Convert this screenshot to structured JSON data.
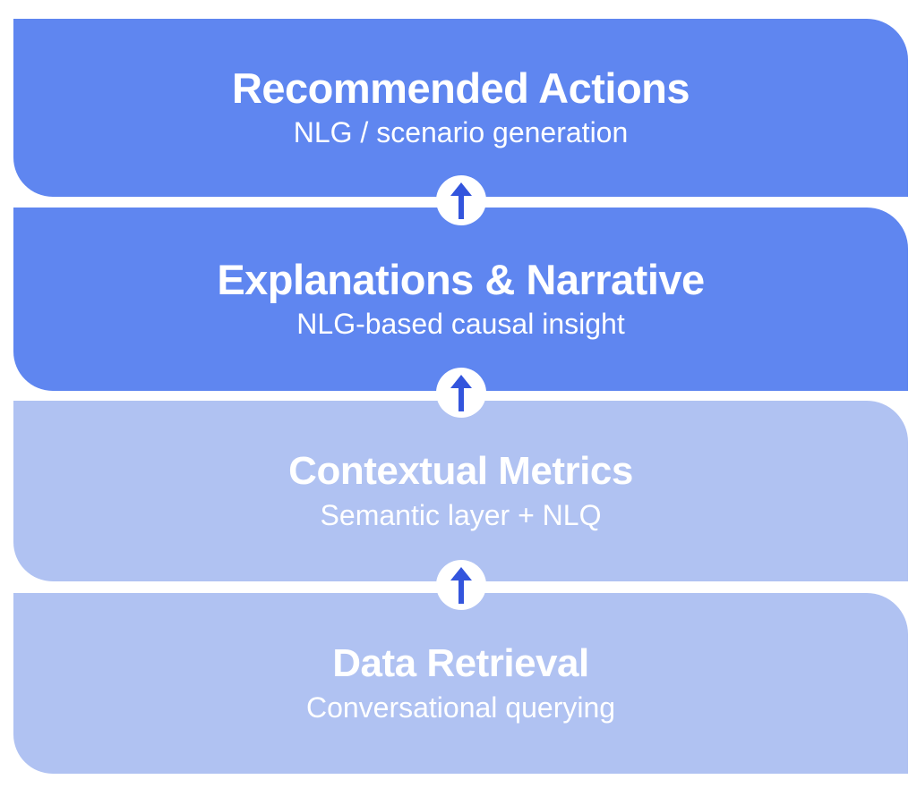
{
  "diagram": {
    "type": "stacked-layer-pyramid",
    "colors": {
      "band_dark": "#5f86f0",
      "band_light": "#b0c2f2",
      "arrow": "#3355dd",
      "text": "#ffffff",
      "background": "#ffffff"
    },
    "layers": [
      {
        "title": "Recommended Actions",
        "subtitle": "NLG / scenario generation",
        "shade": "dark"
      },
      {
        "title": "Explanations & Narrative",
        "subtitle": "NLG-based causal insight",
        "shade": "dark"
      },
      {
        "title": "Contextual Metrics",
        "subtitle": "Semantic layer + NLQ",
        "shade": "light"
      },
      {
        "title": "Data Retrieval",
        "subtitle": "Conversational querying",
        "shade": "light"
      }
    ],
    "connectors": [
      {
        "icon": "arrow-up-icon",
        "direction": "up"
      },
      {
        "icon": "arrow-up-icon",
        "direction": "up"
      },
      {
        "icon": "arrow-up-icon",
        "direction": "up"
      }
    ]
  }
}
